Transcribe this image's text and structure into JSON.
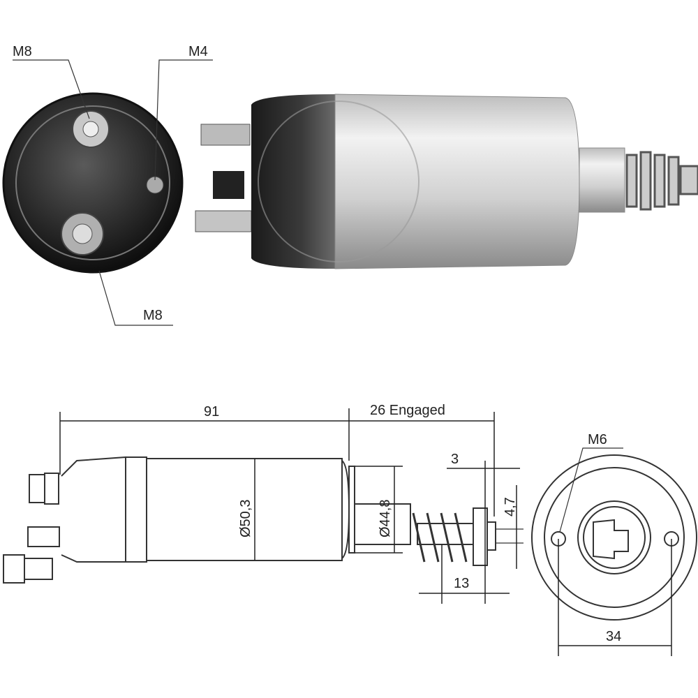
{
  "photo_callouts": {
    "top_left": "M8",
    "top_right": "M4",
    "bottom": "M8"
  },
  "drawing_dimensions": {
    "body_length": "91",
    "engaged_stroke": "26 Engaged",
    "plunger_offset": "3",
    "shaft_thickness": "4,7",
    "body_diameter": "Ø50,3",
    "nose_diameter": "Ø44,8",
    "spring_length": "13",
    "mount_thread": "M6",
    "hole_spacing": "34"
  },
  "colors": {
    "line": "#222222",
    "metal_light": "#e6e6e6",
    "metal_dark": "#2a2a2a"
  }
}
